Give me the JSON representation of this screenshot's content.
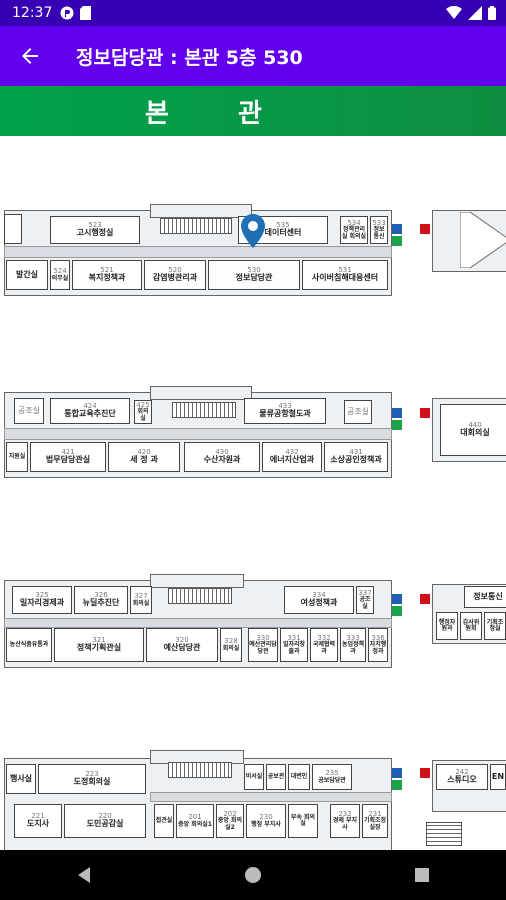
{
  "status_bar": {
    "time": "12:37"
  },
  "app_bar": {
    "title": "정보담당관 : 본관 5층 530"
  },
  "section": {
    "label": "본 관"
  },
  "floors": {
    "f5": {
      "rooms": [
        {
          "n": "523",
          "t": "고시행정실"
        },
        {
          "n": "535",
          "t": "데이터센터"
        },
        {
          "n": "534",
          "t": "정책관리실 회의실"
        },
        {
          "n": "533",
          "t": "정보 통신"
        },
        {
          "n": "",
          "t": "발간실"
        },
        {
          "n": "524",
          "t": "의무실"
        },
        {
          "n": "521",
          "t": "복지정책과"
        },
        {
          "n": "520",
          "t": "감염병관리과"
        },
        {
          "n": "530",
          "t": "정보담당관"
        },
        {
          "n": "531",
          "t": "사이버침해대응센터"
        }
      ],
      "selected": "530"
    },
    "f4": {
      "rooms": [
        {
          "n": "",
          "t": "공조실"
        },
        {
          "n": "424",
          "t": "통합교육추진단"
        },
        {
          "n": "425",
          "t": "회의실"
        },
        {
          "n": "433",
          "t": "물류공항철도과"
        },
        {
          "n": "",
          "t": "공조실"
        },
        {
          "n": "440",
          "t": "대회의실"
        },
        {
          "n": "",
          "t": "지원실"
        },
        {
          "n": "421",
          "t": "법무담당관실"
        },
        {
          "n": "420",
          "t": "세 정 과"
        },
        {
          "n": "430",
          "t": "수산자원과"
        },
        {
          "n": "432",
          "t": "에너지산업과"
        },
        {
          "n": "431",
          "t": "소상공인정책과"
        }
      ]
    },
    "f3": {
      "rooms": [
        {
          "n": "325",
          "t": "일자리경제과"
        },
        {
          "n": "326",
          "t": "뉴딜추진단"
        },
        {
          "n": "327",
          "t": "회의실"
        },
        {
          "n": "334",
          "t": "여성정책과"
        },
        {
          "n": "337",
          "t": "공조실"
        },
        {
          "n": "",
          "t": "정보통신"
        },
        {
          "n": "",
          "t": "행정자원과"
        },
        {
          "n": "",
          "t": "감사위원회"
        },
        {
          "n": "",
          "t": "기획조정실"
        },
        {
          "n": "321",
          "t": "정책기획관실"
        },
        {
          "n": "320",
          "t": "예산담당관"
        },
        {
          "n": "328",
          "t": "회의실"
        },
        {
          "n": "330",
          "t": "예산관리담당관"
        },
        {
          "n": "331",
          "t": "일자리창출과"
        },
        {
          "n": "332",
          "t": "국제협력과"
        },
        {
          "n": "333",
          "t": "농업정책과"
        },
        {
          "n": "336",
          "t": "자치행정과"
        },
        {
          "n": "",
          "t": "농산식품유통과"
        }
      ]
    },
    "f2": {
      "rooms": [
        {
          "n": "223",
          "t": "도정회의실"
        },
        {
          "n": "",
          "t": "행사실"
        },
        {
          "n": "221",
          "t": "도지사"
        },
        {
          "n": "220",
          "t": "도민공감실"
        },
        {
          "n": "",
          "t": "접견실"
        },
        {
          "n": "201",
          "t": "중앙 회의실1"
        },
        {
          "n": "202",
          "t": "중앙 회의실2"
        },
        {
          "n": "230",
          "t": "행정 부지사"
        },
        {
          "n": "",
          "t": "부속 회의실"
        },
        {
          "n": "232",
          "t": "경제 부지사"
        },
        {
          "n": "231",
          "t": "기획조정 실장"
        },
        {
          "n": "",
          "t": "비서실"
        },
        {
          "n": "",
          "t": "공보관"
        },
        {
          "n": "",
          "t": "대변인"
        },
        {
          "n": "235",
          "t": "공보담당관"
        },
        {
          "n": "242",
          "t": "스튜디오"
        },
        {
          "n": "",
          "t": "EN"
        }
      ]
    }
  },
  "nav": {
    "back": "back-icon",
    "home": "home-icon",
    "recents": "recents-icon"
  },
  "colors": {
    "status_bar": "#3700b3",
    "app_bar": "#6200ee",
    "section": "#0e9446",
    "pin": "#1f6fb5",
    "exit_green": "#1aa34a",
    "elevator_blue": "#1e5fb5",
    "red_sign": "#d0111a"
  }
}
